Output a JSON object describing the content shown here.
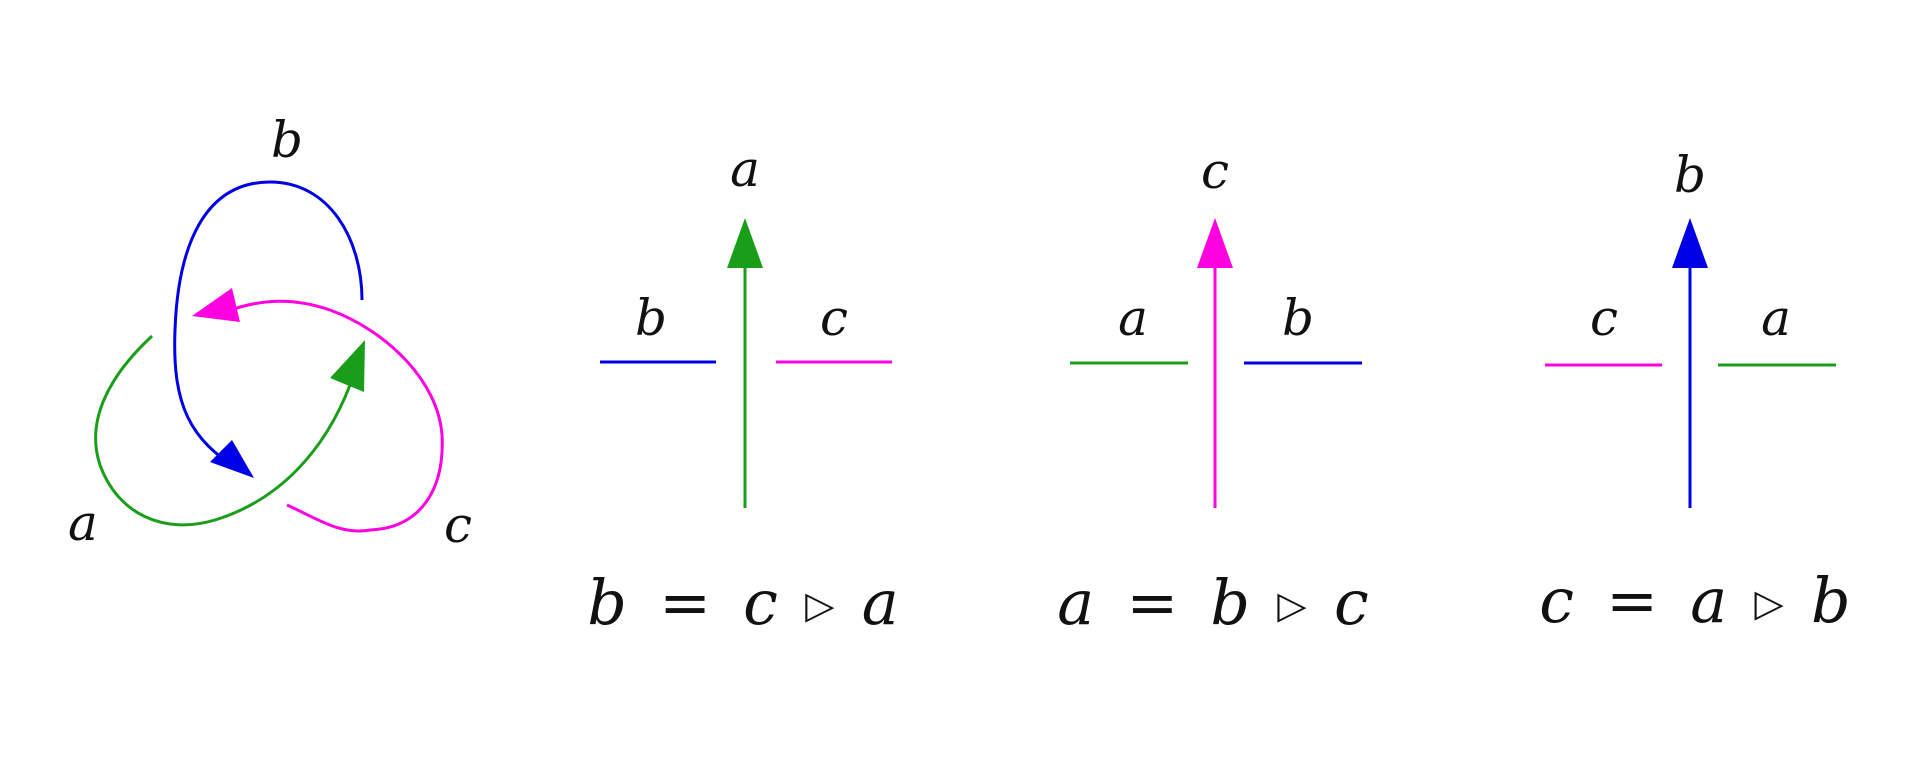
{
  "colors": {
    "a": "#1a9e1a",
    "b": "#0000e6",
    "c": "#ff00e0",
    "text": "#111111"
  },
  "knot": {
    "label_a": "a",
    "label_b": "b",
    "label_c": "c"
  },
  "crossings": [
    {
      "over": "a",
      "left": "b",
      "right": "c",
      "eq_lhs": "b",
      "eq_op": "▷",
      "eq_x": "c",
      "eq_y": "a"
    },
    {
      "over": "c",
      "left": "a",
      "right": "b",
      "eq_lhs": "a",
      "eq_op": "▷",
      "eq_x": "b",
      "eq_y": "c"
    },
    {
      "over": "b",
      "left": "c",
      "right": "a",
      "eq_lhs": "c",
      "eq_op": "▷",
      "eq_x": "a",
      "eq_y": "b"
    }
  ],
  "equals_sign": "="
}
